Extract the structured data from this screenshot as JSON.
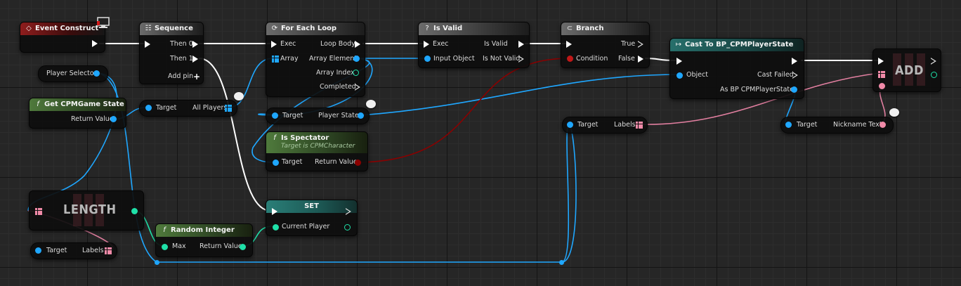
{
  "colors": {
    "exec": "#ffffff",
    "object": "#1fa7ff",
    "boolean": "#940000",
    "integer": "#1fe0a8",
    "text": "#f08aa8",
    "array": "#1fa7ff",
    "event_header": "#8e1d1d",
    "function_header": "#4f7a3c",
    "cast_header": "#276f6b",
    "background": "#262626"
  },
  "event_construct": {
    "title": "Event Construct",
    "icon": "diamond-event-icon",
    "monitor_icon": "monitor-icon"
  },
  "sequence": {
    "title": "Sequence",
    "then0": "Then 0",
    "then1": "Then 1",
    "add_pin": "Add pin",
    "icon": "sequence-icon"
  },
  "for_each": {
    "title": "For Each Loop",
    "exec": "Exec",
    "array": "Array",
    "loop_body": "Loop Body",
    "array_element": "Array Element",
    "array_index": "Array Index",
    "completed": "Completed",
    "icon": "loop-icon"
  },
  "is_valid": {
    "title": "Is Valid",
    "exec": "Exec",
    "input_object": "Input Object",
    "is_valid": "Is Valid",
    "is_not_valid": "Is Not Valid",
    "icon": "question-icon"
  },
  "branch": {
    "title": "Branch",
    "condition": "Condition",
    "true_label": "True",
    "false_label": "False",
    "icon": "branch-icon"
  },
  "cast": {
    "title": "Cast To BP_CPMPlayerState",
    "object": "Object",
    "cast_failed": "Cast Failed",
    "as_state": "As BP CPMPlayerState",
    "icon": "cast-icon"
  },
  "add": {
    "title": "ADD"
  },
  "player_selector": {
    "label": "Player Selector"
  },
  "get_game_state": {
    "title": "Get CPMGame State",
    "return_value": "Return Value",
    "icon": "function-icon"
  },
  "all_players": {
    "target": "Target",
    "output": "All Players"
  },
  "player_state": {
    "target": "Target",
    "output": "Player State"
  },
  "is_spectator": {
    "title": "Is Spectator",
    "subtitle": "Target is CPMCharacter",
    "target": "Target",
    "return_value": "Return Value",
    "icon": "function-icon"
  },
  "labels_get": {
    "target": "Target",
    "output": "Labels"
  },
  "nickname": {
    "target": "Target",
    "output": "Nickname Text"
  },
  "length": {
    "title": "LENGTH"
  },
  "random_integer": {
    "title": "Random Integer",
    "max": "Max",
    "return_value": "Return Value",
    "icon": "function-icon"
  },
  "labels_bottom": {
    "target": "Target",
    "output": "Labels"
  },
  "set_node": {
    "title": "SET",
    "current_player": "Current Player"
  }
}
